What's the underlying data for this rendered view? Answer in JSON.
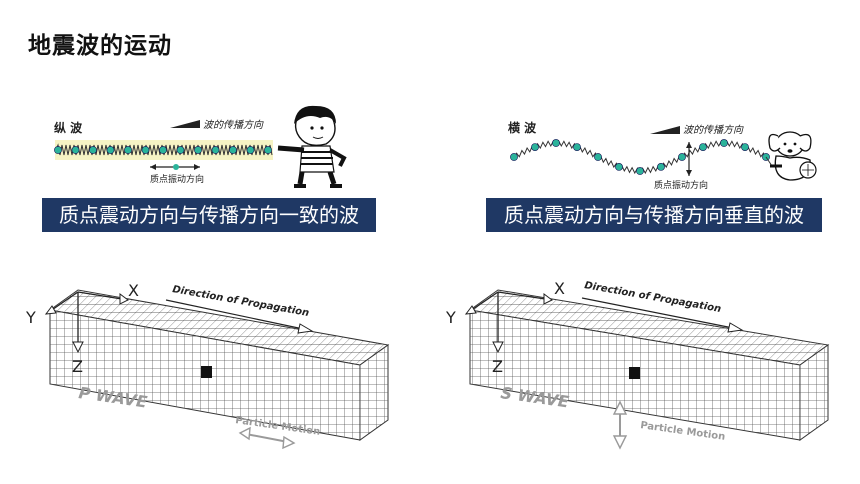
{
  "title": "地震波的运动",
  "longitudinal": {
    "label": "纵 波",
    "propagation_label": "波的传播方向",
    "vibration_label": "质点振动方向",
    "caption": "质点震动方向与传播方向一致的波"
  },
  "transverse": {
    "label": "横 波",
    "propagation_label": "波的传播方向",
    "vibration_label": "质点振动方向",
    "caption": "质点震动方向与传播方向垂直的波"
  },
  "p_wave": {
    "axis_x": "X",
    "axis_y": "Y",
    "axis_z": "Z",
    "propagation": "Direction of Propagation",
    "name": "P WAVE",
    "particle": "Particle Motion"
  },
  "s_wave": {
    "axis_x": "X",
    "axis_y": "Y",
    "axis_z": "Z",
    "propagation": "Direction of Propagation",
    "name": "S WAVE",
    "particle": "Particle Motion"
  },
  "colors": {
    "banner": "#1f3864",
    "bead": "#2bb39a",
    "highlight": "#f6f3c4",
    "grid": "#555555",
    "wave_label": "#9a9a9a"
  }
}
